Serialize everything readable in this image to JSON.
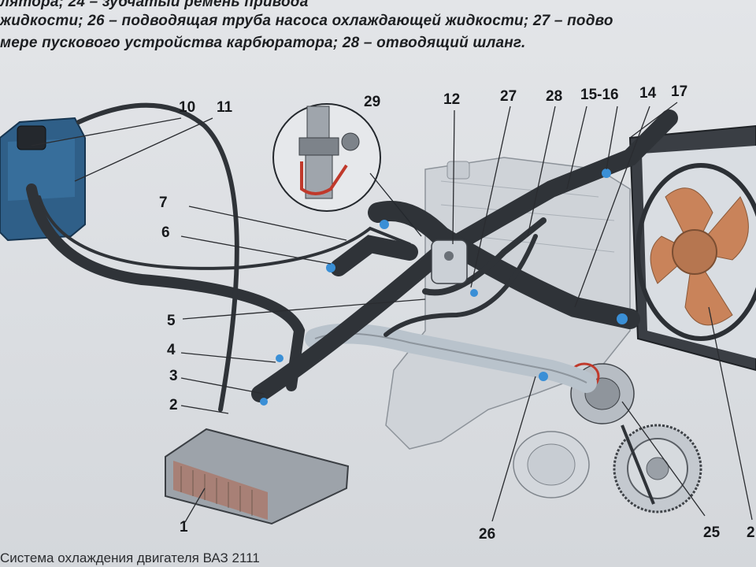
{
  "legend": {
    "line1": "лятора; 24 – зубчатый ремень привода",
    "line2": "жидкости; 26 – подводящая труба насоса охлаждающей жидкости; 27 – подво",
    "line3": "мере пускового устройства карбюратора; 28 – отводящий шланг."
  },
  "callouts": {
    "c1": "1",
    "c2": "2",
    "c3": "3",
    "c4": "4",
    "c5": "5",
    "c6": "6",
    "c7": "7",
    "c10": "10",
    "c11": "11",
    "c12": "12",
    "c14": "14",
    "c15_16": "15-16",
    "c17": "17",
    "c25": "25",
    "c26": "26",
    "c27": "27",
    "c28": "28",
    "c29": "29",
    "c2_right": "2"
  },
  "caption": "Система охлаждения двигателя ВАЗ 2111",
  "colors": {
    "hose": "#2f3338",
    "pipe": "#b9c3cc",
    "tank": "#2f5f88",
    "clamp": "#3a8fd6",
    "fan": "#c9835a",
    "accent_red": "#c0392b",
    "heater": "#8a8f96"
  }
}
